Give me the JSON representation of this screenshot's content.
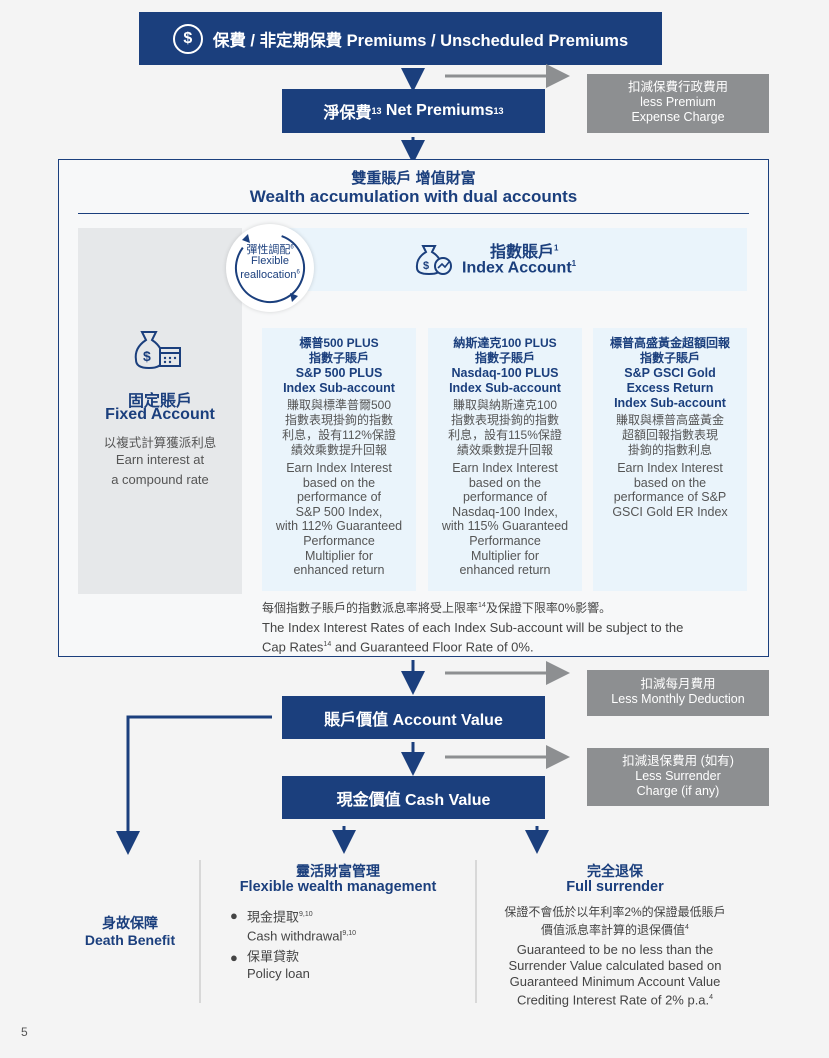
{
  "premiums": {
    "label": "保費 / 非定期保費 Premiums / Unscheduled Premiums"
  },
  "premium_expense": {
    "zh": "扣減保費行政費用",
    "en1": "less Premium",
    "en2": "Expense Charge"
  },
  "net_premiums": {
    "label_zh": "淨保費",
    "sup1": "13",
    "label_en": " Net Premiums",
    "sup2": "13"
  },
  "dual": {
    "title_zh": "雙重賬戶 增值財富",
    "title_en": "Wealth accumulation with dual accounts"
  },
  "fixed_account": {
    "title_zh": "固定賬戶",
    "title_en": "Fixed Account",
    "desc_zh": "以複式計算獲派利息",
    "desc_en1": "Earn interest at",
    "desc_en2": "a compound rate"
  },
  "reallocation": {
    "zh": "彈性調配",
    "sup_zh": "6",
    "en1": "Flexible",
    "en2": "reallocation",
    "sup_en": "6"
  },
  "index_account": {
    "zh": "指數賬戶",
    "sup_zh": "1",
    "en": "Index Account",
    "sup_en": "1"
  },
  "subaccounts": [
    {
      "title_zh1": "標普500 PLUS",
      "title_zh2": "指數子賬戶",
      "title_en1": "S&P 500 PLUS",
      "title_en2": "Index Sub-account",
      "desc_zh": [
        "賺取與標準普爾500",
        "指數表現掛鉤的指數",
        "利息，設有112%保證",
        "績效乘數提升回報"
      ],
      "desc_en": [
        "Earn Index Interest",
        "based on the",
        "performance of",
        "S&P 500 Index,",
        "with 112% Guaranteed",
        "Performance",
        "Multiplier for",
        "enhanced return"
      ]
    },
    {
      "title_zh1": "納斯達克100 PLUS",
      "title_zh2": "指數子賬戶",
      "title_en1": "Nasdaq-100 PLUS",
      "title_en2": "Index Sub-account",
      "desc_zh": [
        "賺取與納斯達克100",
        "指數表現掛鉤的指數",
        "利息，設有115%保證",
        "績效乘數提升回報"
      ],
      "desc_en": [
        "Earn Index Interest",
        "based on the",
        "performance of",
        "Nasdaq-100 Index,",
        "with 115% Guaranteed",
        "Performance",
        "Multiplier for",
        "enhanced return"
      ]
    },
    {
      "title_zh1": "標普高盛黃金超額回報",
      "title_zh2": "指數子賬戶",
      "title_en1": "S&P GSCI Gold",
      "title_en2": "Excess Return",
      "title_en3": "Index Sub-account",
      "desc_zh": [
        "賺取與標普高盛黃金",
        "超額回報指數表現",
        "掛鉤的指數利息"
      ],
      "desc_en": [
        "Earn Index Interest",
        "based on the",
        "performance of S&P",
        "GSCI Gold ER Index"
      ]
    }
  ],
  "cap_note": {
    "zh_a": "每個指數子賬戶的指數派息率將受上限率",
    "zh_sup": "14",
    "zh_b": "及保證下限率0%影響。",
    "en_line1": "The Index Interest Rates of each Index Sub-account will be subject to the",
    "en_a": "Cap Rates",
    "en_sup": "14",
    "en_b": " and Guaranteed Floor Rate of 0%."
  },
  "monthly_deduction": {
    "zh": "扣減每月費用",
    "en": "Less Monthly Deduction"
  },
  "account_value": {
    "label": "賬戶價值 Account Value"
  },
  "surrender_charge": {
    "zh": "扣減退保費用 (如有)",
    "en1": "Less Surrender",
    "en2": "Charge (if any)"
  },
  "cash_value": {
    "label": "現金價值 Cash Value"
  },
  "death_benefit": {
    "zh": "身故保障",
    "en": "Death Benefit"
  },
  "flexible": {
    "title_zh": "靈活財富管理",
    "title_en": "Flexible wealth management",
    "item1_zh": "現金提取",
    "item1_sup_zh": "9,10",
    "item1_en": "Cash withdrawal",
    "item1_sup_en": "9,10",
    "item2_zh": "保單貸款",
    "item2_en": "Policy loan"
  },
  "full_surrender": {
    "title_zh": "完全退保",
    "title_en": "Full surrender",
    "zh1": "保證不會低於以年利率2%的保證最低賬戶",
    "zh2": "價值派息率計算的退保價值",
    "zh2_sup": "4",
    "en1": "Guaranteed to be no less than the",
    "en2": "Surrender Value calculated based on",
    "en3": "Guaranteed Minimum Account Value",
    "en4": "Crediting Interest Rate of 2% p.a.",
    "en4_sup": "4"
  },
  "page_number": "5",
  "colors": {
    "navy": "#1b3f7d",
    "light_blue": "#eaf4fb",
    "arrow_blue": "#9cd3ee",
    "grey_box": "#8d8f91"
  }
}
